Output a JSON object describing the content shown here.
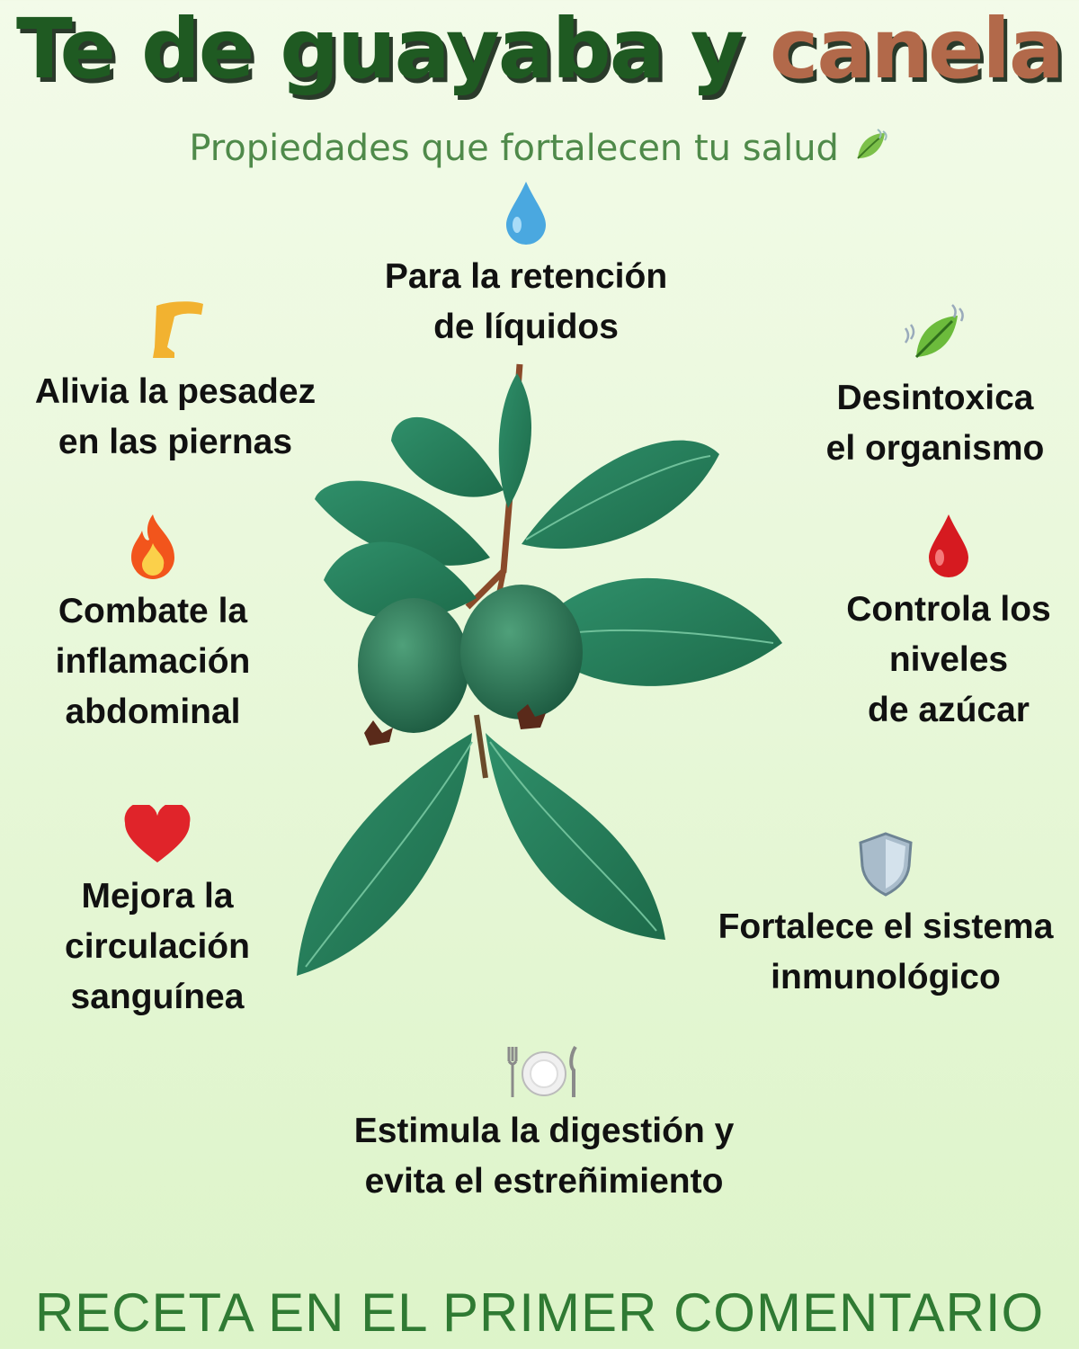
{
  "title": {
    "part1": "Te de guayaba y",
    "part2": "canela"
  },
  "subtitle": "Propiedades que fortalecen tu salud",
  "benefits": {
    "retencion": "Para la retención\nde líquidos",
    "piernas": "Alivia la pesadez\nen las piernas",
    "desintoxica": "Desintoxica\nel organismo",
    "inflamacion": "Combate la\ninflamación\nabdominal",
    "azucar": "Controla los\nniveles\nde azúcar",
    "circulacion": "Mejora la\ncirculación\nsanguínea",
    "inmune": "Fortalece el sistema\ninmunológico",
    "digestion": "Estimula la digestión y\nevita el estreñimiento"
  },
  "icons": {
    "retencion": "droplet-icon",
    "piernas": "leg-icon",
    "desintoxica": "leaf-icon",
    "inflamacion": "fire-icon",
    "azucar": "blood-drop-icon",
    "circulacion": "heart-icon",
    "inmune": "shield-icon",
    "digestion": "plate-icon"
  },
  "footer": "RECETA EN EL PRIMER COMENTARIO",
  "colors": {
    "title_green": "#1f5a22",
    "title_brown": "#b2694a",
    "subtitle_green": "#4f8a4a",
    "footer_green": "#2f7a33"
  }
}
